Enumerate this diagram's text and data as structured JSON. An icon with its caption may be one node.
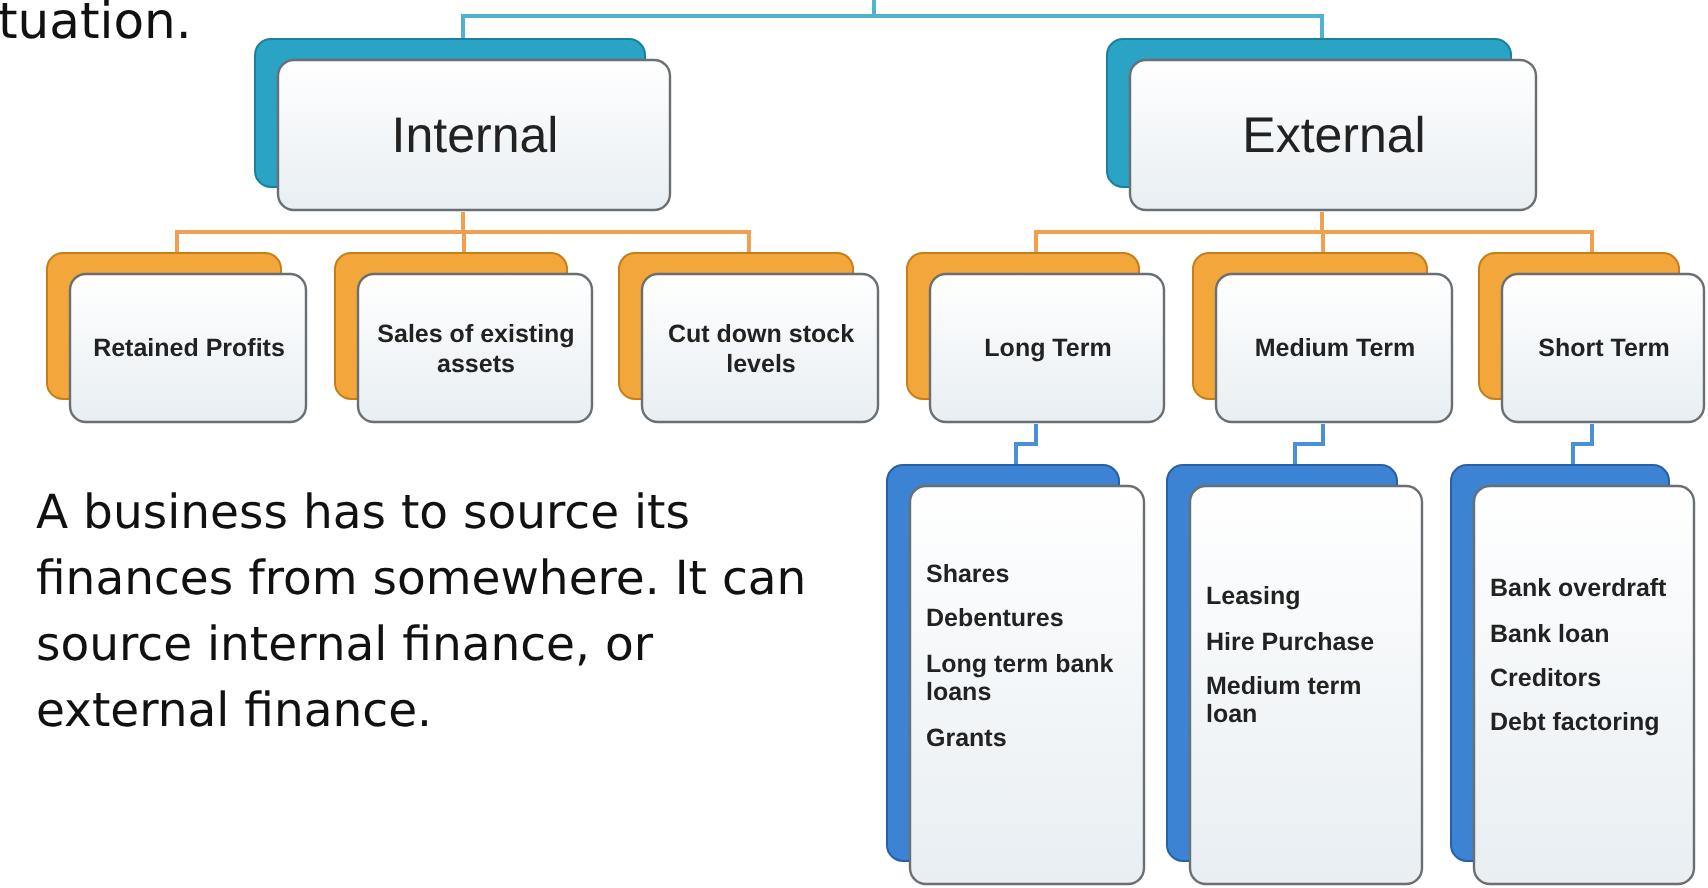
{
  "diagram": {
    "nodes": [
      {
        "text": [
          "Internal"
        ]
      },
      {
        "text": [
          "External"
        ]
      },
      {
        "text": [
          "Retained Profits"
        ]
      },
      {
        "text": [
          "Sales of existing assets"
        ]
      },
      {
        "text": [
          "Cut down stock levels"
        ]
      },
      {
        "text": [
          "Long Term"
        ]
      },
      {
        "text": [
          "Medium Term"
        ]
      },
      {
        "text": [
          "Short Term"
        ]
      },
      {
        "text": [
          "Shares",
          "Debentures",
          "Long term bank loans",
          "Grants"
        ]
      },
      {
        "text": [
          "Leasing",
          "Hire Purchase",
          "Medium term loan"
        ]
      },
      {
        "text": [
          "Bank overdraft",
          "Bank loan",
          "Creditors",
          "Debt factoring"
        ]
      }
    ],
    "edges": [
      {
        "from": null,
        "to": 0,
        "arrow": "none",
        "color": "#4fb3d0"
      },
      {
        "from": null,
        "to": 1,
        "arrow": "none",
        "color": "#4fb3d0"
      },
      {
        "from": 0,
        "to": 2,
        "arrow": "none",
        "color": "#f0a050"
      },
      {
        "from": 0,
        "to": 3,
        "arrow": "none",
        "color": "#f0a050"
      },
      {
        "from": 0,
        "to": 4,
        "arrow": "none",
        "color": "#f0a050"
      },
      {
        "from": 1,
        "to": 5,
        "arrow": "none",
        "color": "#f0a050"
      },
      {
        "from": 1,
        "to": 6,
        "arrow": "none",
        "color": "#f0a050"
      },
      {
        "from": 1,
        "to": 7,
        "arrow": "none",
        "color": "#f0a050"
      },
      {
        "from": 5,
        "to": 8,
        "arrow": "none",
        "color": "#4a8fd8"
      },
      {
        "from": 6,
        "to": 9,
        "arrow": "none",
        "color": "#4a8fd8"
      },
      {
        "from": 7,
        "to": 10,
        "arrow": "none",
        "color": "#4a8fd8"
      }
    ],
    "labels": [
      "tuation.",
      "A business has to source its finances from somewhere. It can source internal finance, or external finance."
    ]
  }
}
